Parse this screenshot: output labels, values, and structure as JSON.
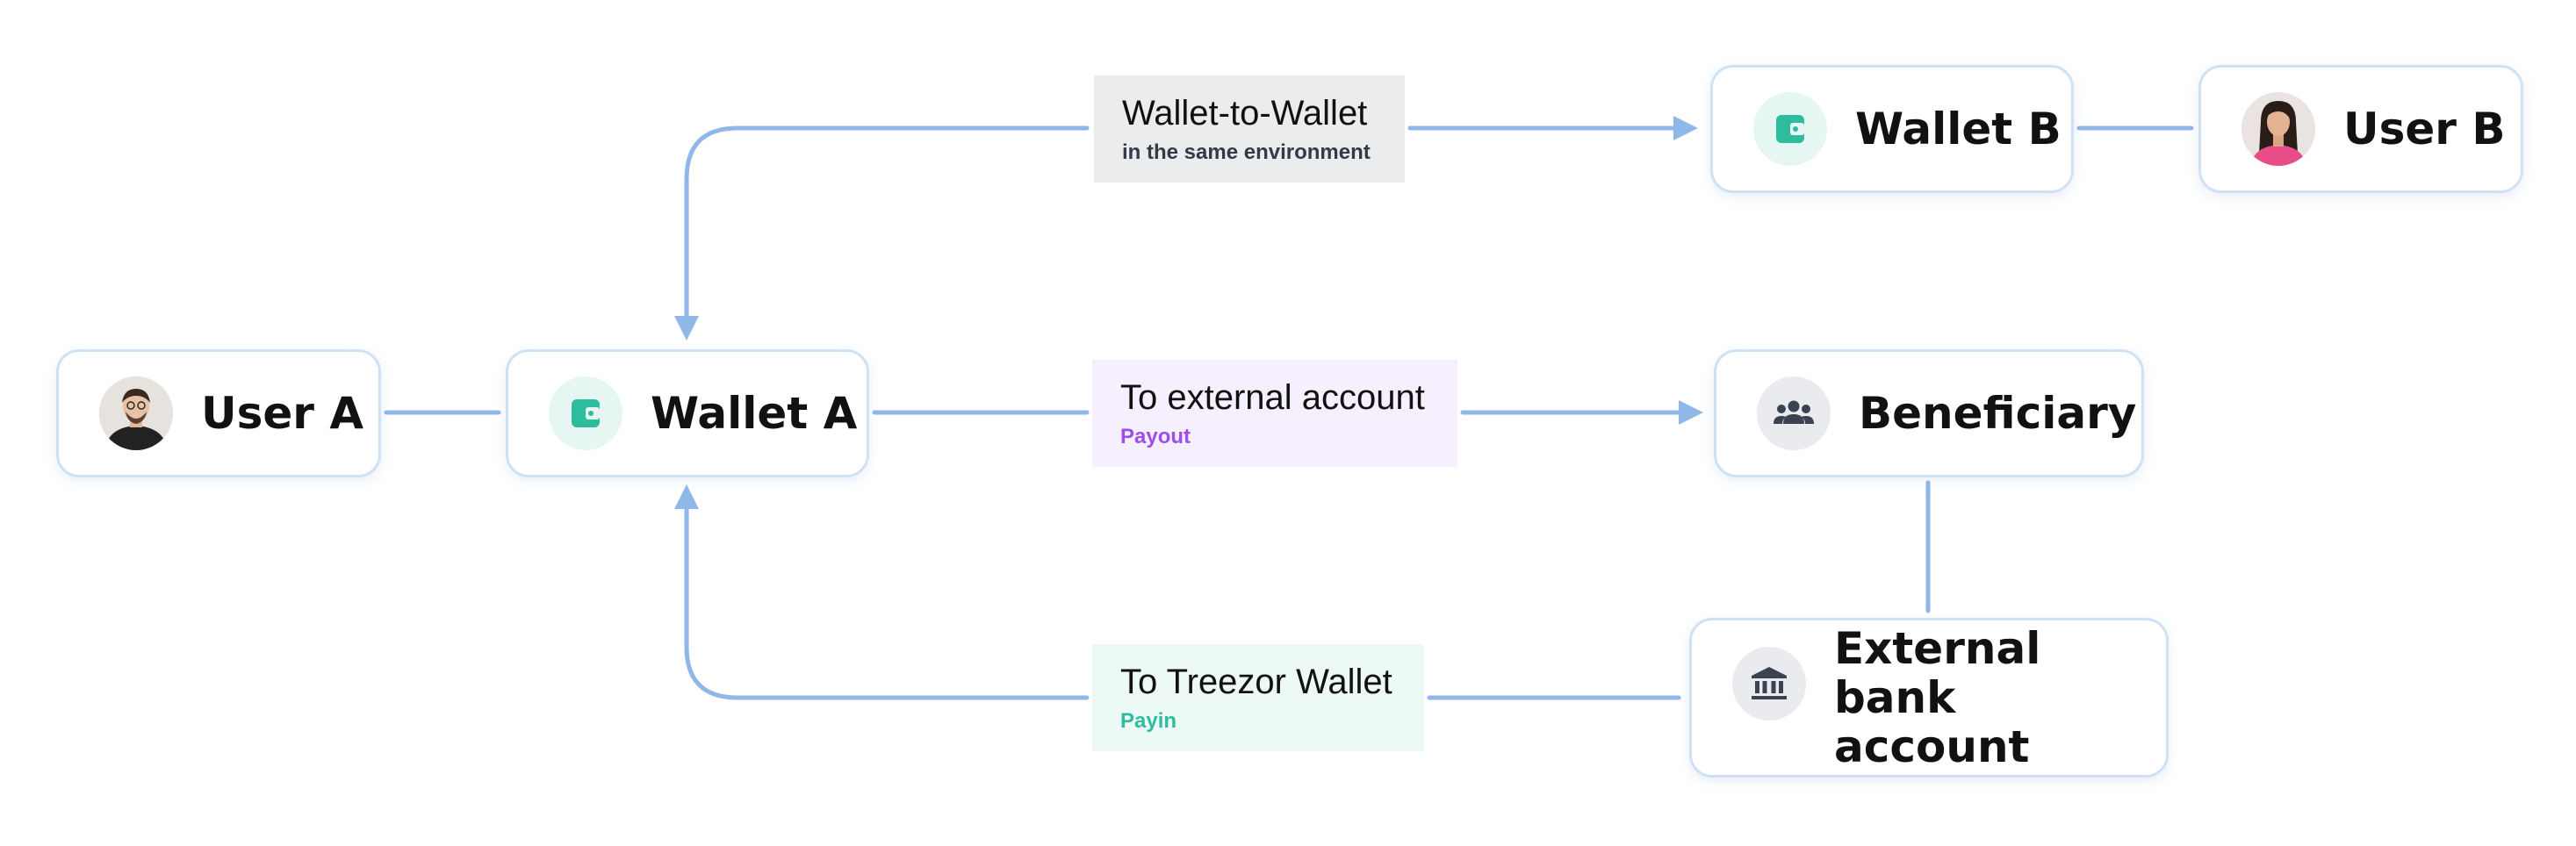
{
  "diagram": {
    "nodes": {
      "user_a": {
        "label": "User A",
        "icon": "avatar-man-icon"
      },
      "wallet_a": {
        "label": "Wallet A",
        "icon": "wallet-icon"
      },
      "wallet_b": {
        "label": "Wallet B",
        "icon": "wallet-icon"
      },
      "user_b": {
        "label": "User B",
        "icon": "avatar-woman-icon"
      },
      "beneficiary": {
        "label": "Beneficiary",
        "icon": "group-icon"
      },
      "external_bank": {
        "label_line1": "External",
        "label_line2": "bank account",
        "icon": "bank-icon"
      }
    },
    "flows": {
      "wallet_to_wallet": {
        "title": "Wallet-to-Wallet",
        "subtitle": "in the same environment"
      },
      "to_external": {
        "title": "To external account",
        "subtitle": "Payout"
      },
      "to_treezor": {
        "title": "To Treezor Wallet",
        "subtitle": "Payin"
      }
    }
  },
  "colors": {
    "connector": "#8fb8e8",
    "node_border": "#cfe2f5",
    "wallet_icon": "#2dbd9e",
    "wallet_icon_bg": "#e6f6f2",
    "neutral_icon": "#3b4252",
    "neutral_icon_bg": "#e9ebef",
    "label_gray_bg": "#ebecee",
    "label_purple_bg": "#f6effd",
    "label_teal_bg": "#edf9f5",
    "payout_text": "#9b4ee8",
    "payin_text": "#2dbd9e",
    "subtitle_dark": "#333a48"
  }
}
